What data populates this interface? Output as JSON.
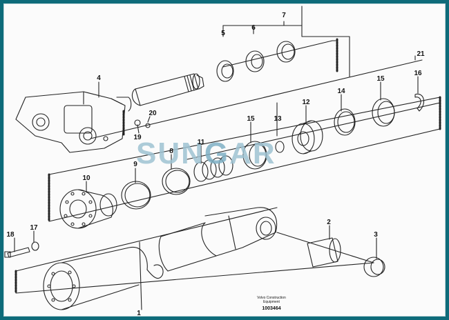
{
  "watermark": {
    "text_before": "SUN",
    "text_mid": "G",
    "text_after": "AR"
  },
  "caption": {
    "line1": "Volvo Construction",
    "line2": "Equipment",
    "number": "1003464"
  },
  "parts": [
    {
      "id": "p1",
      "label": "1"
    },
    {
      "id": "p2",
      "label": "2"
    },
    {
      "id": "p3",
      "label": "3"
    },
    {
      "id": "p4",
      "label": "4"
    },
    {
      "id": "p5",
      "label": "5"
    },
    {
      "id": "p6",
      "label": "6"
    },
    {
      "id": "p7",
      "label": "7"
    },
    {
      "id": "p8",
      "label": "8"
    },
    {
      "id": "p9",
      "label": "9"
    },
    {
      "id": "p10",
      "label": "10"
    },
    {
      "id": "p11",
      "label": "11"
    },
    {
      "id": "p12",
      "label": "12"
    },
    {
      "id": "p13",
      "label": "13"
    },
    {
      "id": "p14",
      "label": "14"
    },
    {
      "id": "p15a",
      "label": "15"
    },
    {
      "id": "p15b",
      "label": "15"
    },
    {
      "id": "p16",
      "label": "16"
    },
    {
      "id": "p17",
      "label": "17"
    },
    {
      "id": "p18",
      "label": "18"
    },
    {
      "id": "p19",
      "label": "19"
    },
    {
      "id": "p20",
      "label": "20"
    },
    {
      "id": "p21",
      "label": "21"
    }
  ],
  "colors": {
    "border": "#0e6b7a",
    "line": "#222222",
    "watermark": "#9fc3d3"
  }
}
